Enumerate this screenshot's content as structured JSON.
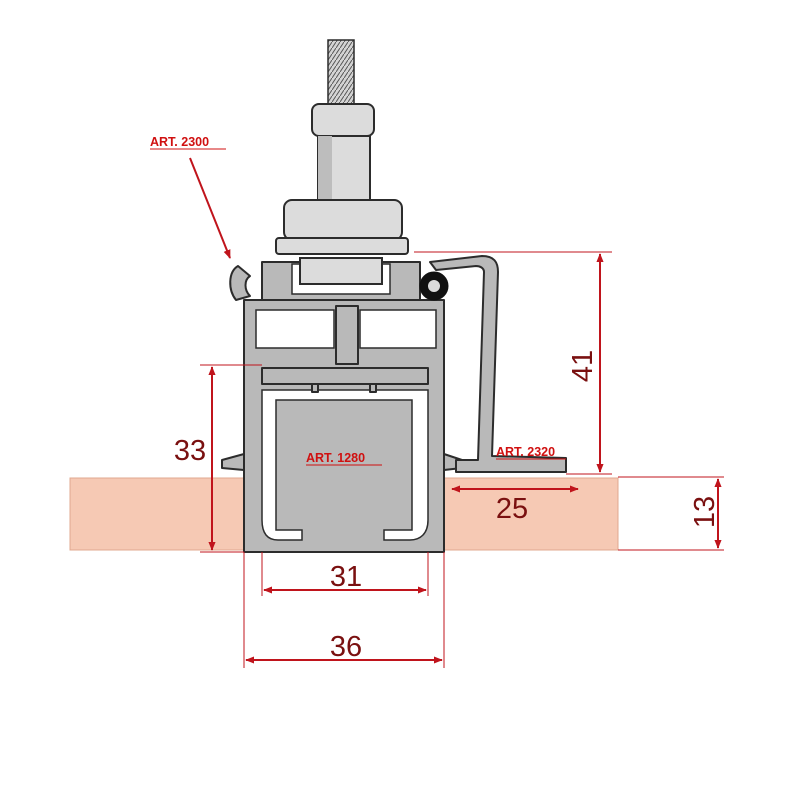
{
  "parts": {
    "art_2300": "ART. 2300",
    "art_1280": "ART. 1280",
    "art_2320": "ART. 2320"
  },
  "dimensions": {
    "height_track": "33",
    "height_total": "41",
    "bracket_length": "25",
    "board_thickness": "13",
    "inner_width": "31",
    "outer_width": "36"
  },
  "colors": {
    "dimension": "#c0141c",
    "label": "#d01010",
    "panel": "#f6c9b4",
    "aluminium": "#b9b9b9"
  }
}
